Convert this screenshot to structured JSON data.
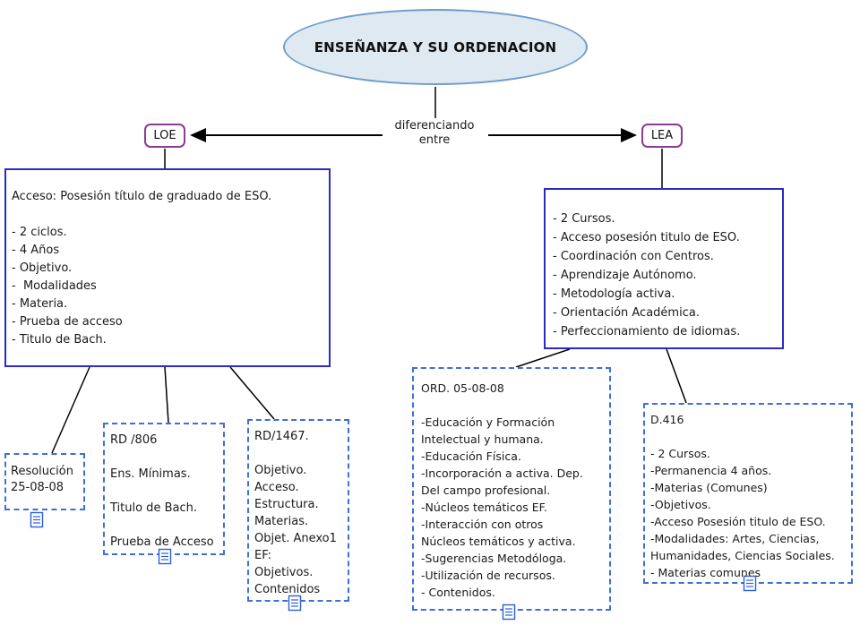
{
  "root": {
    "label": "ENSEÑANZA Y SU ORDENACION"
  },
  "connector": {
    "label": "diferenciando\nentre"
  },
  "loe": {
    "label": "LOE"
  },
  "lea": {
    "label": "LEA"
  },
  "loe_detail": {
    "text": "Acceso: Posesión título de graduado de ESO.\n\n- 2 ciclos.\n- 4 Años\n- Objetivo.\n-  Modalidades\n- Materia.\n- Prueba de acceso\n- Titulo de Bach."
  },
  "lea_detail": {
    "text": "- 2 Cursos.\n- Acceso posesión titulo de ESO.\n- Coordinación con Centros.\n- Aprendizaje Autónomo.\n- Metodología activa.\n- Orientación Académica.\n- Perfeccionamiento de idiomas."
  },
  "resolucion": {
    "text": "Resolución\n25-08-08"
  },
  "rd806": {
    "text": "RD /806\n\nEns. Mínimas.\n\nTitulo de Bach.\n\nPrueba de Acceso"
  },
  "rd1467": {
    "text": "RD/1467.\n\nObjetivo.\nAcceso.\nEstructura.\nMaterias.\nObjet. Anexo1\nEF:\nObjetivos.\nContenidos"
  },
  "ord": {
    "text": "ORD. 05-08-08\n\n-Educación y Formación\nIntelectual y humana.\n-Educación Física.\n-Incorporación a activa. Dep.\nDel campo profesional.\n-Núcleos temáticos EF.\n-Interacción con otros\nNúcleos temáticos y activa.\n-Sugerencias Metodóloga.\n-Utilización de recursos.\n- Contenidos."
  },
  "d416": {
    "text": "D.416\n\n- 2 Cursos.\n-Permanencia 4 años.\n-Materias (Comunes)\n-Objetivos.\n-Acceso Posesión titulo de ESO.\n-Modalidades: Artes, Ciencias,\nHumanidades, Ciencias Sociales.\n- Materias comunes"
  },
  "colors": {
    "node_border": "#2b2bc4",
    "leaf_border": "#3f6fd8",
    "label_border": "#8e3a8e",
    "ellipse_fill": "#dfe9f1",
    "ellipse_border": "#6f9dcb",
    "line": "#000000",
    "icon_blue": "#2b5fd9"
  }
}
